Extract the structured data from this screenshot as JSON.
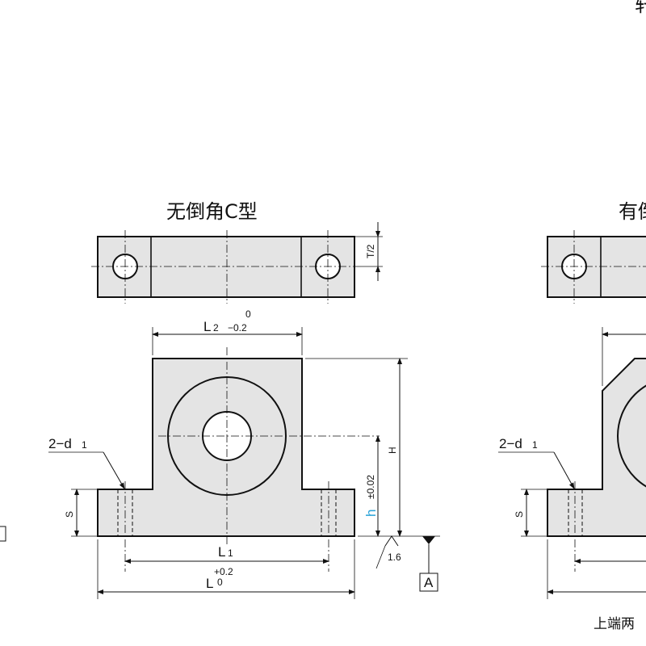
{
  "header_fragment": "轩",
  "views": {
    "left_title": "无倒角C型",
    "right_title_fragment": "有倒"
  },
  "labels": {
    "t_half": "T/2",
    "l2": "L",
    "l2_sub": "2",
    "l2_tol_top": "0",
    "l2_tol_bottom": "−0.2",
    "holes": "2−d",
    "holes_sub": "1",
    "h_cap": "H",
    "h_small": "h",
    "h_tol": "±0.02",
    "s": "S",
    "l1": "L",
    "l1_sub": "1",
    "l": "L",
    "l_tol_top": "+0.2",
    "l_tol_bottom": "0",
    "roughness": "1.6",
    "datum": "A",
    "right_holes": "2−d",
    "right_holes_sub": "1",
    "right_s": "S",
    "footer_fragment": "上端两"
  },
  "colors": {
    "line": "#111111",
    "fill": "#e4e4e4",
    "accent": "#2aa3d8"
  }
}
